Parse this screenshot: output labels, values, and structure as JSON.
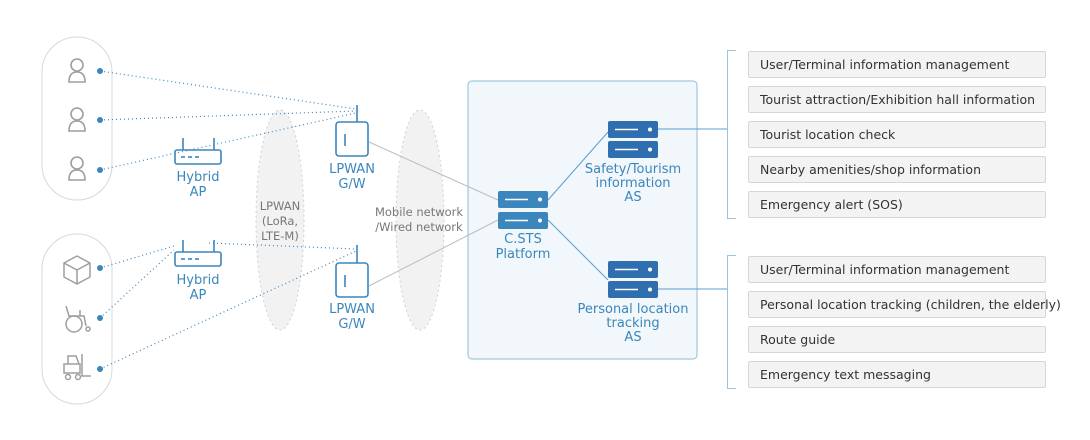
{
  "hybrid_ap_top": {
    "line1": "Hybrid",
    "line2": "AP"
  },
  "hybrid_ap_bottom": {
    "line1": "Hybrid",
    "line2": "AP"
  },
  "lpwan_gw_top": {
    "line1": "LPWAN",
    "line2": "G/W"
  },
  "lpwan_gw_bottom": {
    "line1": "LPWAN",
    "line2": "G/W"
  },
  "lpwan_zone": {
    "line1": "LPWAN",
    "line2": "(LoRa,",
    "line3": "LTE-M)"
  },
  "mobile_zone": {
    "line1": "Mobile network",
    "line2": "/Wired network"
  },
  "platform": {
    "line1": "C.STS",
    "line2": "Platform"
  },
  "as_top": {
    "line1": "Safety/Tourism",
    "line2": "information",
    "line3": "AS"
  },
  "as_bottom": {
    "line1": "Personal location",
    "line2": "tracking",
    "line3": "AS"
  },
  "services_top": [
    "User/Terminal information management",
    "Tourist attraction/Exhibition hall information",
    "Tourist location check",
    "Nearby amenities/shop information",
    "Emergency alert (SOS)"
  ],
  "services_bottom": [
    "User/Terminal information management",
    "Personal location tracking (children, the elderly)",
    "Route guide",
    "Emergency text messaging"
  ],
  "icons": {
    "people": [
      "person-icon",
      "person-icon",
      "person-icon"
    ],
    "things": [
      "package-icon",
      "wheelchair-icon",
      "forklift-icon"
    ]
  },
  "colors": {
    "accent": "#3b86bd",
    "server": "#2f6fb0",
    "box_bg": "#f3f3f3",
    "panel_bg": "#f1f7fb"
  }
}
